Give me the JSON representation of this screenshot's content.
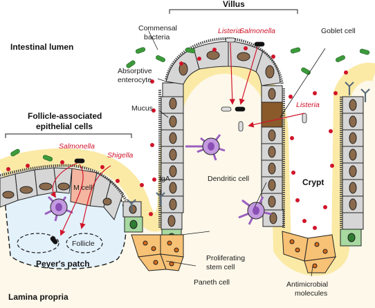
{
  "labels": {
    "villus": "Villus",
    "intestinal_lumen": "Intestinal lumen",
    "commensal_1": "Commensal",
    "commensal_2": "bacteria",
    "listeria": "Listeria",
    "salmonella": "Salmonella",
    "shigella": "Shigella",
    "goblet_cell": "Goblet cell",
    "absorptive_1": "Absorptive",
    "absorptive_2": "enterocyte",
    "mucus": "Mucus",
    "fae_1": "Follicle-associated",
    "fae_2": "epithelial cells",
    "iga": "IgA",
    "dendritic_cell": "Dendritic cell",
    "crypt": "Crypt",
    "m_cell": "M cell",
    "follicle": "Follicle",
    "peyers_patch": "Peyer's patch",
    "proliferating_1": "Proliferating",
    "proliferating_2": "stem cell",
    "paneth_cell": "Paneth cell",
    "antimicrobial_1": "Antimicrobial",
    "antimicrobial_2": "molecules",
    "lamina_propria": "Lamina propria"
  },
  "colors": {
    "mucus": "#fbeaa6",
    "lamina_propria": "#fdf8ea",
    "peyers_patch": "#e3f1fb",
    "enterocyte": "#d6d6d6",
    "nucleus": "#8b6a4c",
    "goblet_cell": "#8a5a2b",
    "m_cell": "#f4b6a0",
    "stem_cell": "#a7d9a0",
    "paneth_cell": "#f7c276",
    "dendritic_cell": "#c39ae0",
    "commensal_bacteria": "#3d9a3a",
    "pathogen_label": "#d0142a",
    "antimicrobial": "#d0142a"
  }
}
